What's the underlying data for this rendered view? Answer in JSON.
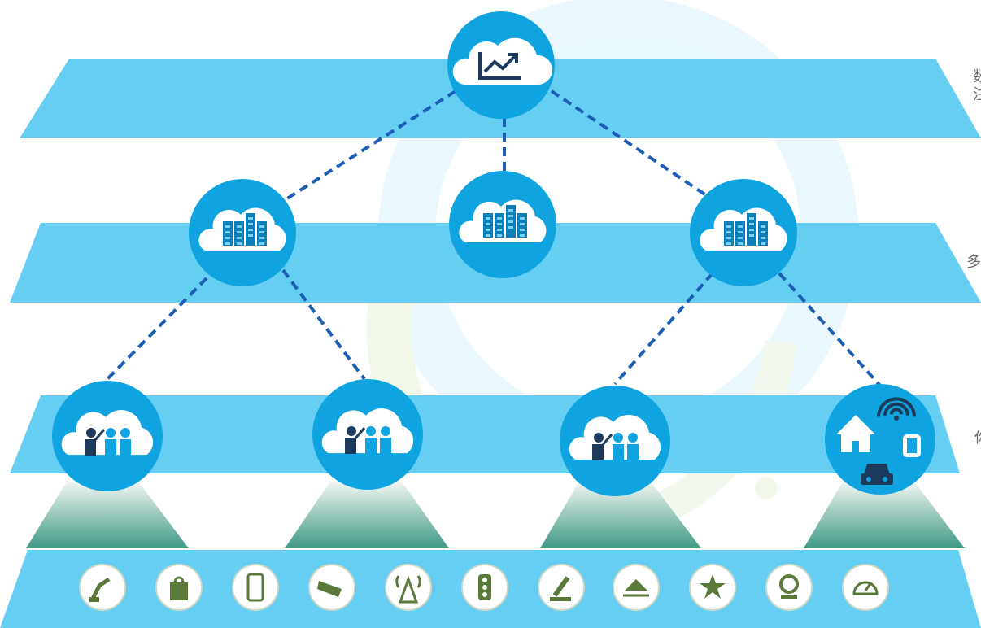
{
  "edge_labels": {
    "top_line1": "数",
    "top_line2": "注",
    "middle": "多",
    "bottom": "你"
  },
  "nodes": {
    "top": {
      "icon": "cloud-analytics-icon"
    },
    "middle": [
      {
        "icon": "cloud-server-icon"
      },
      {
        "icon": "cloud-server-icon"
      },
      {
        "icon": "cloud-server-icon"
      }
    ],
    "bottom": [
      {
        "icon": "cloud-people-icon"
      },
      {
        "icon": "cloud-people-icon"
      },
      {
        "icon": "cloud-people-icon"
      },
      {
        "icon": "smart-home-devices-icon"
      }
    ]
  },
  "device_icons": [
    "robot-arm-icon",
    "shopping-bag-icon",
    "smartphone-icon",
    "security-camera-icon",
    "radio-tower-icon",
    "traffic-light-icon",
    "microscope-icon",
    "train-icon",
    "police-badge-icon",
    "webcam-icon",
    "speedometer-icon"
  ],
  "colors": {
    "layer_band": "#66cdf3",
    "node_circle": "#0fa4df",
    "node_shadow": "#0b8fc7",
    "connector": "#1c5eb5",
    "device_icon": "#5b7a3a",
    "pedestal_top": "#e8f1ec",
    "pedestal_bottom": "#3f9a85"
  }
}
